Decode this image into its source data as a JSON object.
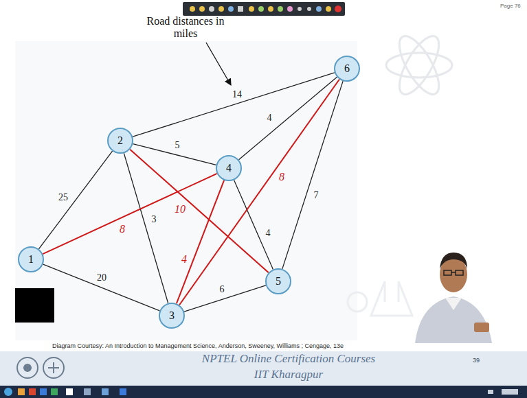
{
  "diagram": {
    "caption": "Diagram Courtesy: An Introduction to Management Science, Anderson, Sweeney, Williams ; Cengage, 13e",
    "nodes": [
      {
        "text": [
          "1"
        ]
      },
      {
        "text": [
          "2"
        ]
      },
      {
        "text": [
          "3"
        ]
      },
      {
        "text": [
          "4"
        ]
      },
      {
        "text": [
          "5"
        ]
      },
      {
        "text": [
          "6"
        ]
      }
    ],
    "edges": [
      {
        "from": 0,
        "to": 1,
        "arrow": "none",
        "label": "25"
      },
      {
        "from": 0,
        "to": 2,
        "arrow": "none",
        "label": "20"
      },
      {
        "from": 1,
        "to": 5,
        "arrow": "none",
        "label": "14"
      },
      {
        "from": 1,
        "to": 3,
        "arrow": "none",
        "label": "5"
      },
      {
        "from": 1,
        "to": 2,
        "arrow": "none",
        "label": "3"
      },
      {
        "from": 3,
        "to": 5,
        "arrow": "none",
        "label": "4"
      },
      {
        "from": 3,
        "to": 4,
        "arrow": "none",
        "label": "4"
      },
      {
        "from": 2,
        "to": 4,
        "arrow": "none",
        "label": "6"
      },
      {
        "from": 4,
        "to": 5,
        "arrow": "none",
        "label": "7"
      },
      {
        "from": 0,
        "to": 3,
        "arrow": "none",
        "label": "8"
      },
      {
        "from": 1,
        "to": 4,
        "arrow": "none",
        "label": "10"
      },
      {
        "from": 2,
        "to": 3,
        "arrow": "none",
        "label": "4"
      },
      {
        "from": 2,
        "to": 5,
        "arrow": "none",
        "label": "8"
      }
    ],
    "labels": [
      "Road distances in miles",
      "Page 76",
      "39",
      "NPTEL Online Certification Courses",
      "IIT Kharagpur"
    ]
  }
}
